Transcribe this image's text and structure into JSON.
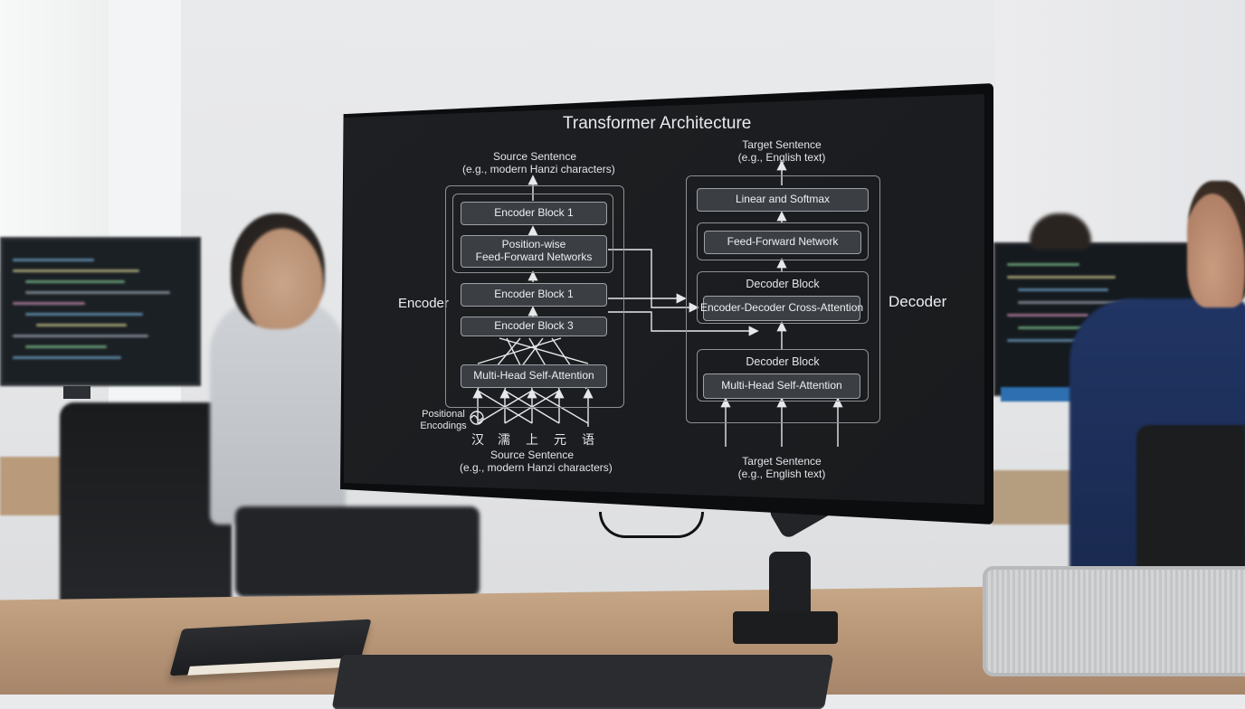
{
  "diagram": {
    "title": "Transformer Architecture",
    "encoder_label": "Encoder",
    "decoder_label": "Decoder",
    "source_top_line1": "Source Sentence",
    "source_top_line2": "(e.g., modern Hanzi characters)",
    "source_bottom_line1": "Source Sentence",
    "source_bottom_line2": "(e.g., modern Hanzi characters)",
    "target_top_line1": "Target Sentence",
    "target_top_line2": "(e.g., English text)",
    "target_bottom_line1": "Target Sentence",
    "target_bottom_line2": "(e.g., English text)",
    "positional_line1": "Positional",
    "positional_line2": "Encodings",
    "encoder_blocks": {
      "top": "Encoder Block 1",
      "ffn_line1": "Position-wise",
      "ffn_line2": "Feed-Forward Networks",
      "middle": "Encoder Block 1",
      "lower": "Encoder Block 3",
      "attention": "Multi-Head Self-Attention"
    },
    "decoder_blocks": {
      "linear": "Linear and Softmax",
      "ffn": "Feed-Forward Network",
      "block_upper_title": "Decoder Block",
      "cross_attention": "Encoder-Decoder Cross-Attention",
      "block_lower_title": "Decoder Block",
      "self_attention": "Multi-Head Self-Attention"
    },
    "hanzi_tokens": [
      "汉",
      "濡",
      "上",
      "元",
      "语"
    ]
  }
}
